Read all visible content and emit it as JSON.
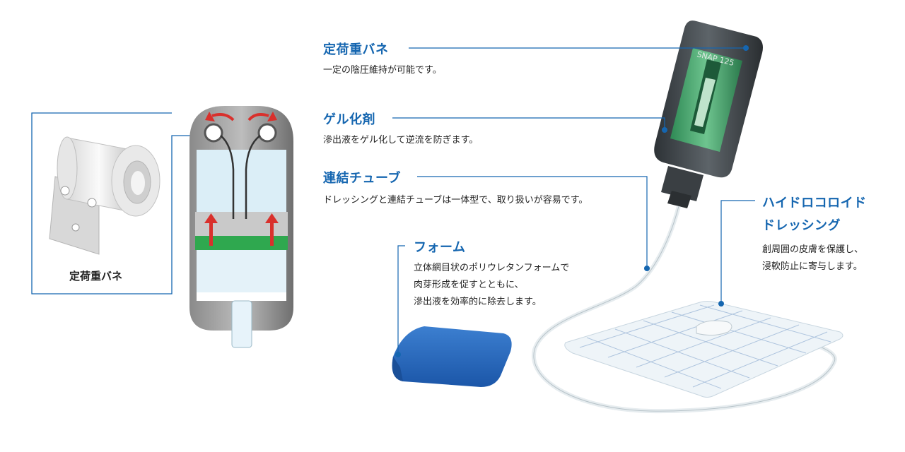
{
  "inset": {
    "caption": "定荷重バネ"
  },
  "callouts": {
    "spring": {
      "title": "定荷重バネ",
      "desc": "一定の陰圧維持が可能です。"
    },
    "gel": {
      "title": "ゲル化剤",
      "desc": "滲出液をゲル化して逆流を防ぎます。"
    },
    "tube": {
      "title": "連結チューブ",
      "desc": "ドレッシングと連結チューブは一体型で、取り扱いが容易です。"
    },
    "foam": {
      "title": "フォーム",
      "desc_lines": [
        "立体網目状のポリウレタンフォームで",
        "肉芽形成を促すとともに、",
        "滲出液を効率的に除去します。"
      ]
    },
    "dressing": {
      "title_lines": [
        "ハイドロコロイド",
        "ドレッシング"
      ],
      "desc_lines": [
        "創周囲の皮膚を保護し、",
        "浸軟防止に寄与します。"
      ]
    }
  },
  "device": {
    "brand_text": "SNAP 125"
  },
  "colors": {
    "accent": "#1566b0",
    "arrow": "#d9302c",
    "gel": "#2fa84f",
    "device_green": "#3f9c6a"
  }
}
